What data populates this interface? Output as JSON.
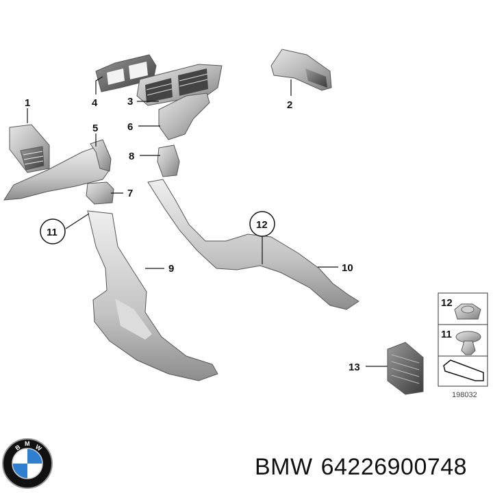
{
  "callouts": {
    "c1": "1",
    "c2": "2",
    "c3": "3",
    "c4": "4",
    "c5": "5",
    "c6": "6",
    "c7": "7",
    "c8": "8",
    "c9": "9",
    "c10": "10",
    "c11": "11",
    "c12": "12",
    "c13": "13"
  },
  "legend": {
    "item12": "12",
    "item11": "11",
    "diagram_id": "198032"
  },
  "footer": {
    "brand": "BMW",
    "part_number": "64226900748"
  },
  "logo": {
    "letters": "BMW",
    "colors": {
      "blue": "#2f7fd1",
      "black": "#111111",
      "white": "#ffffff"
    }
  }
}
